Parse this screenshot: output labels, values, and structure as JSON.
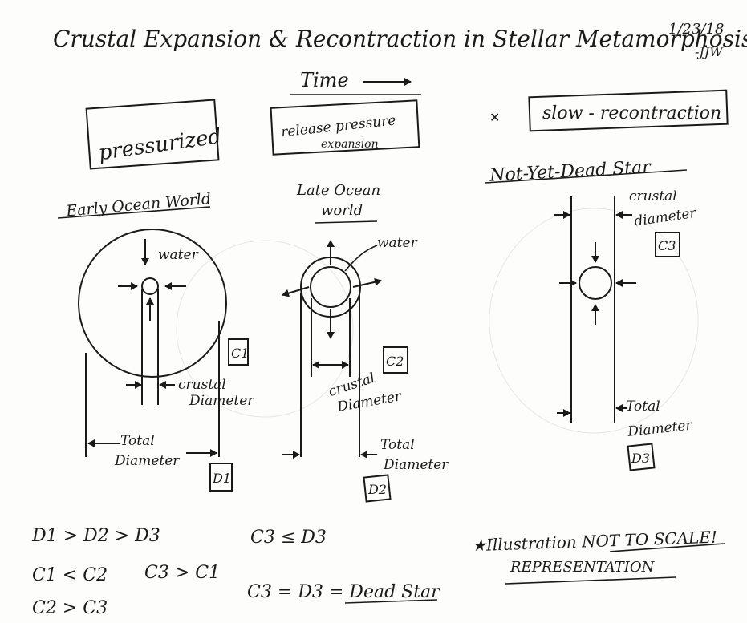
{
  "title": "Crustal Expansion & Recontraction in Stellar Metamorphosis",
  "date": "1/23/18",
  "author": "-JJW",
  "time_label": "Time",
  "stages": [
    {
      "box": "pressurized",
      "label": "Early Ocean World"
    },
    {
      "box_line1": "release pressure",
      "box_line2": "expansion",
      "label_line1": "Late Ocean",
      "label_line2": "world"
    },
    {
      "box": "slow - recontraction",
      "label": "Not-Yet-Dead Star"
    }
  ],
  "labels": {
    "water": "water",
    "crustal_line1_a": "crustal",
    "crustal_line2_a": "Diameter",
    "crustal_line1_c": "crustal",
    "crustal_line2_c": "diameter",
    "total_line1": "Total",
    "total_line2": "Diameter",
    "c1": "C1",
    "c2": "C2",
    "c3": "C3",
    "d1": "D1",
    "d2": "D2",
    "d3": "D3"
  },
  "relations": {
    "r1": "D1 > D2 > D3",
    "r2": "C1 < C2",
    "r3": "C3 > C1",
    "r4": "C2 > C3",
    "r5": "C3 ≤ D3",
    "r6": "C3 = D3 = Dead Star"
  },
  "note_line1": "★Illustration NOT TO SCALE!",
  "note_line2": "REPRESENTATION"
}
